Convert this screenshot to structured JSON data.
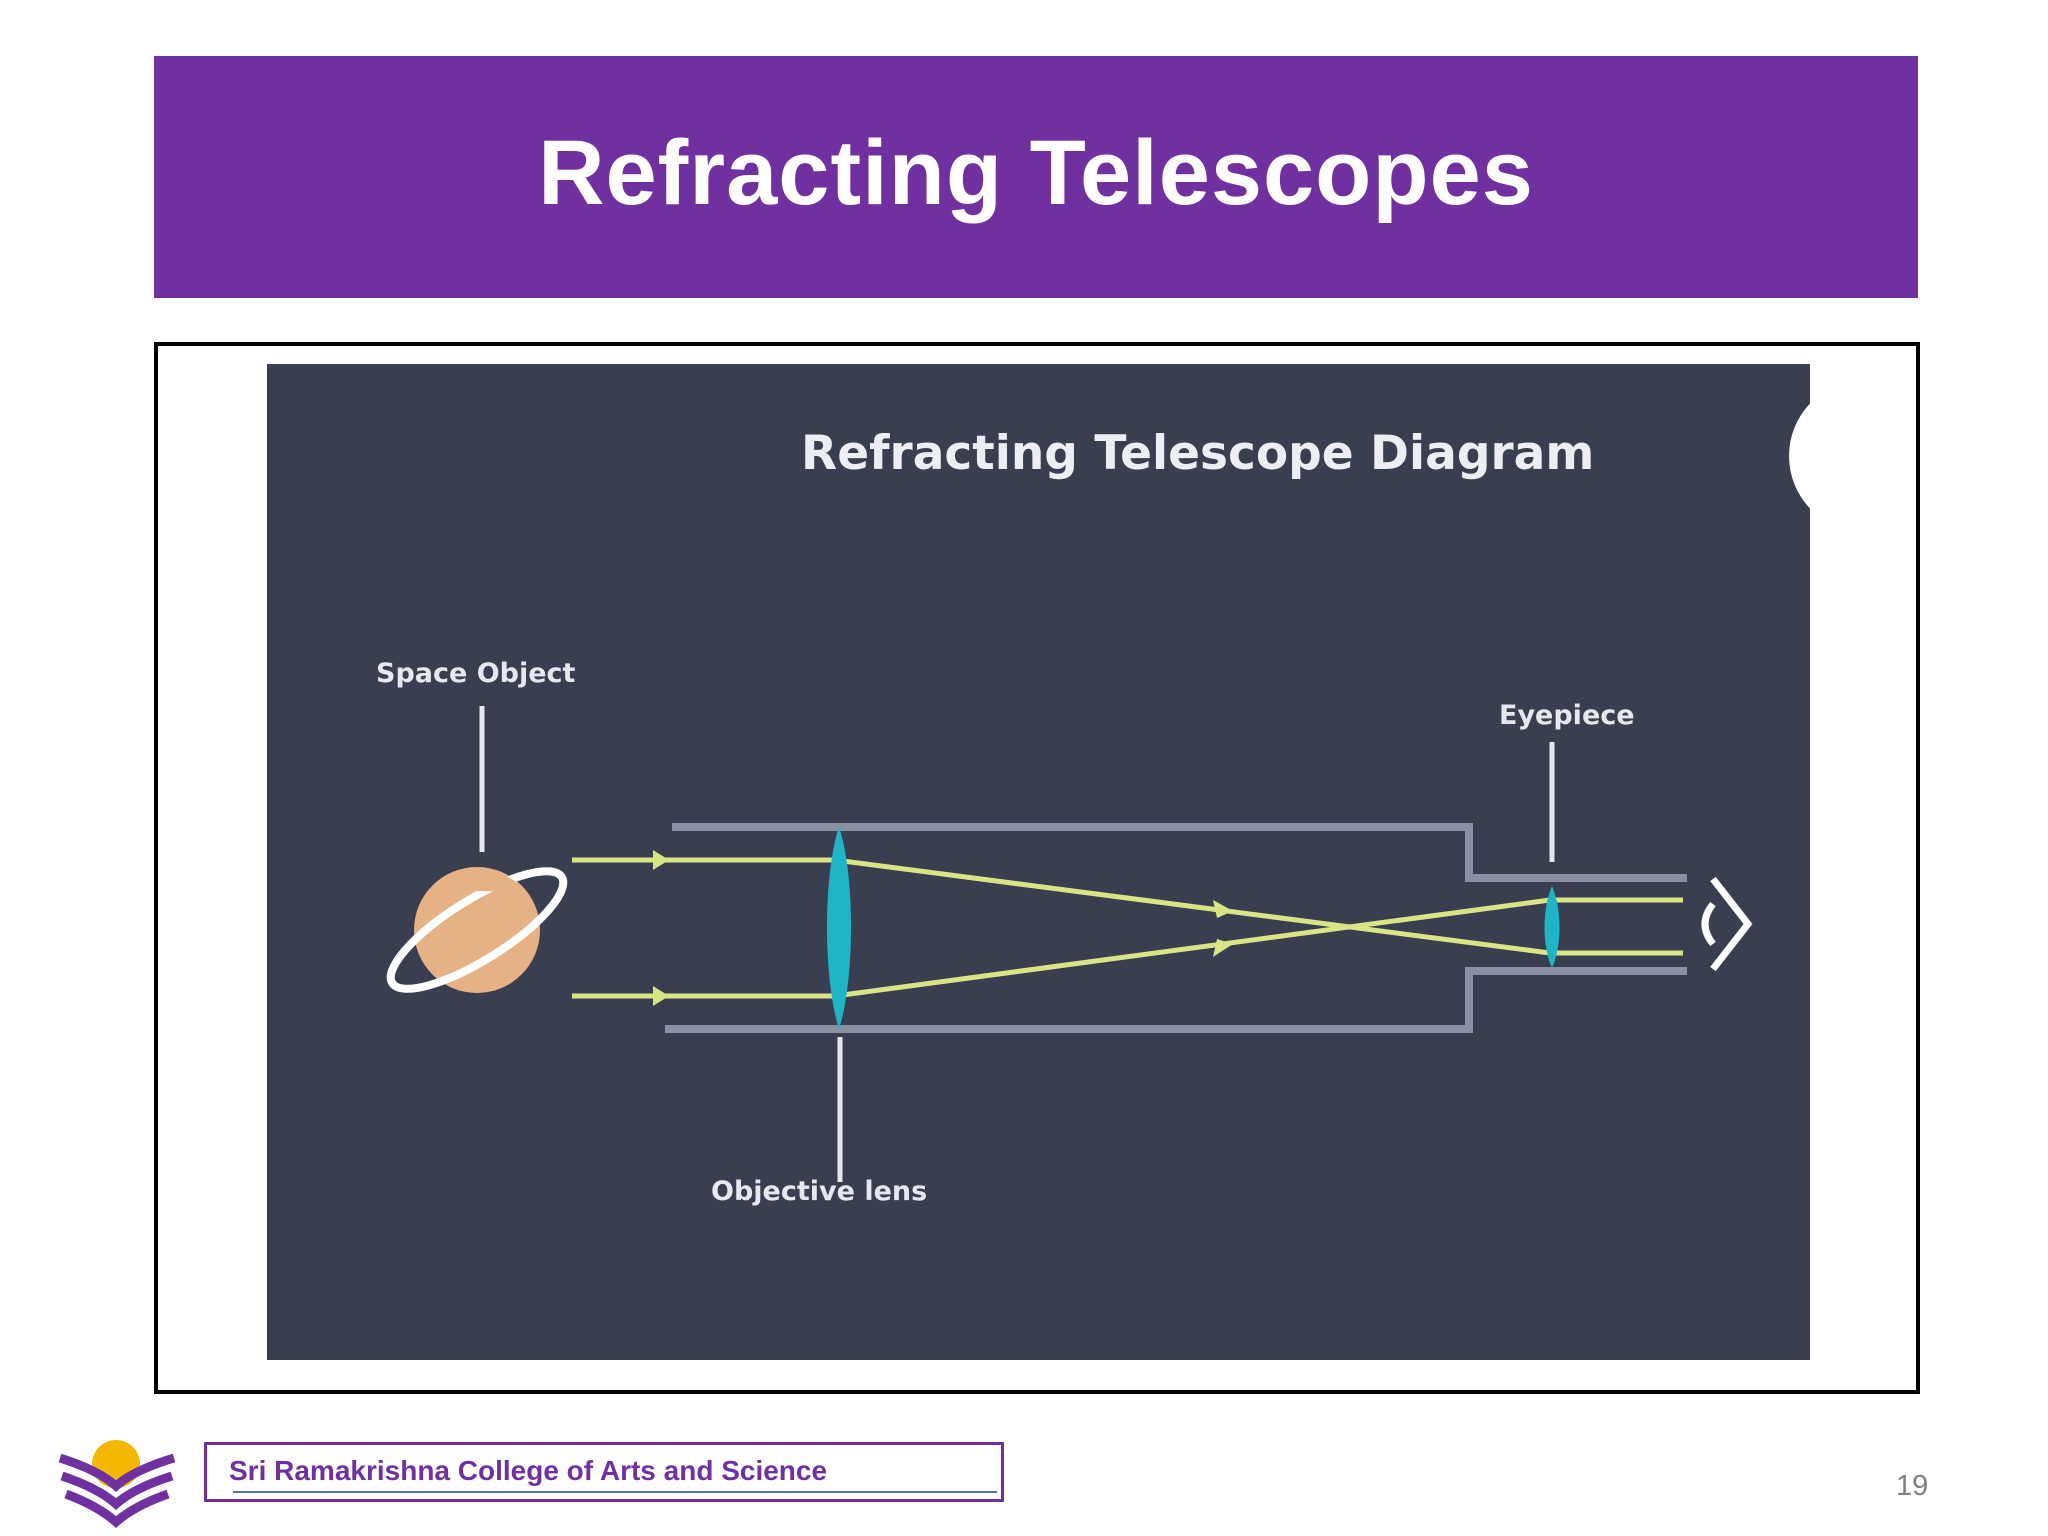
{
  "slide": {
    "title": "Refracting Telescopes",
    "page_number": "19"
  },
  "diagram": {
    "title": "Refracting Telescope Diagram",
    "labels": {
      "space_object": "Space Object",
      "eyepiece": "Eyepiece",
      "objective_lens": "Objective lens"
    },
    "colors": {
      "background": "#393e50",
      "tube": "#8a8fa3",
      "lens": "#1fb5c6",
      "light_ray": "#d9e584",
      "planet": "#e6b184"
    }
  },
  "footer": {
    "institution": "Sri Ramakrishna College of Arts and Science",
    "accent_color": "#7030a0"
  }
}
